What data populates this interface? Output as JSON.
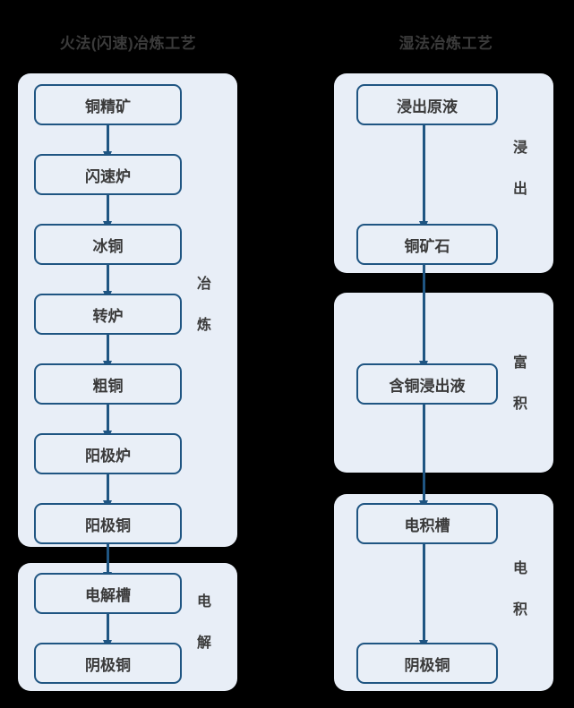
{
  "diagram": {
    "title_left": "火法(闪速)冶炼工艺",
    "title_right": "湿法冶炼工艺",
    "colors": {
      "node_border": "#1f5582",
      "node_fill": "#e9eff7",
      "stage_fill": "#e8eef7",
      "text": "#3a3a3a",
      "background": "#000000",
      "arrow": "#1f5582"
    },
    "columns": [
      {
        "name": "pyrometallurgy",
        "title": "火法(闪速)冶炼工艺",
        "stages": [
          {
            "label": "冶炼",
            "label_chars": [
              "冶",
              "炼"
            ],
            "nodes": [
              "铜精矿",
              "闪速炉",
              "冰铜",
              "转炉",
              "粗铜",
              "阳极炉",
              "阳极铜"
            ]
          },
          {
            "label": "电解",
            "label_chars": [
              "电",
              "解"
            ],
            "nodes": [
              "电解槽",
              "阴极铜"
            ]
          }
        ]
      },
      {
        "name": "hydrometallurgy",
        "title": "湿法冶炼工艺",
        "stages": [
          {
            "label": "浸出",
            "label_chars": [
              "浸",
              "出"
            ],
            "nodes": [
              "浸出原液",
              "铜矿石"
            ]
          },
          {
            "label": "富积",
            "label_chars": [
              "富",
              "积"
            ],
            "nodes": [
              "含铜浸出液"
            ]
          },
          {
            "label": "电积",
            "label_chars": [
              "电",
              "积"
            ],
            "nodes": [
              "电积槽",
              "阴极铜"
            ]
          }
        ]
      }
    ],
    "flows": [
      {
        "from": "铜精矿",
        "to": "闪速炉"
      },
      {
        "from": "闪速炉",
        "to": "冰铜"
      },
      {
        "from": "冰铜",
        "to": "转炉"
      },
      {
        "from": "转炉",
        "to": "粗铜"
      },
      {
        "from": "粗铜",
        "to": "阳极炉"
      },
      {
        "from": "阳极炉",
        "to": "阳极铜"
      },
      {
        "from": "阳极铜",
        "to": "电解槽"
      },
      {
        "from": "电解槽",
        "to": "阴极铜"
      },
      {
        "from": "浸出原液",
        "to": "铜矿石"
      },
      {
        "from": "铜矿石",
        "to": "含铜浸出液"
      },
      {
        "from": "含铜浸出液",
        "to": "电积槽"
      },
      {
        "from": "电积槽",
        "to": "阴极铜"
      }
    ]
  }
}
